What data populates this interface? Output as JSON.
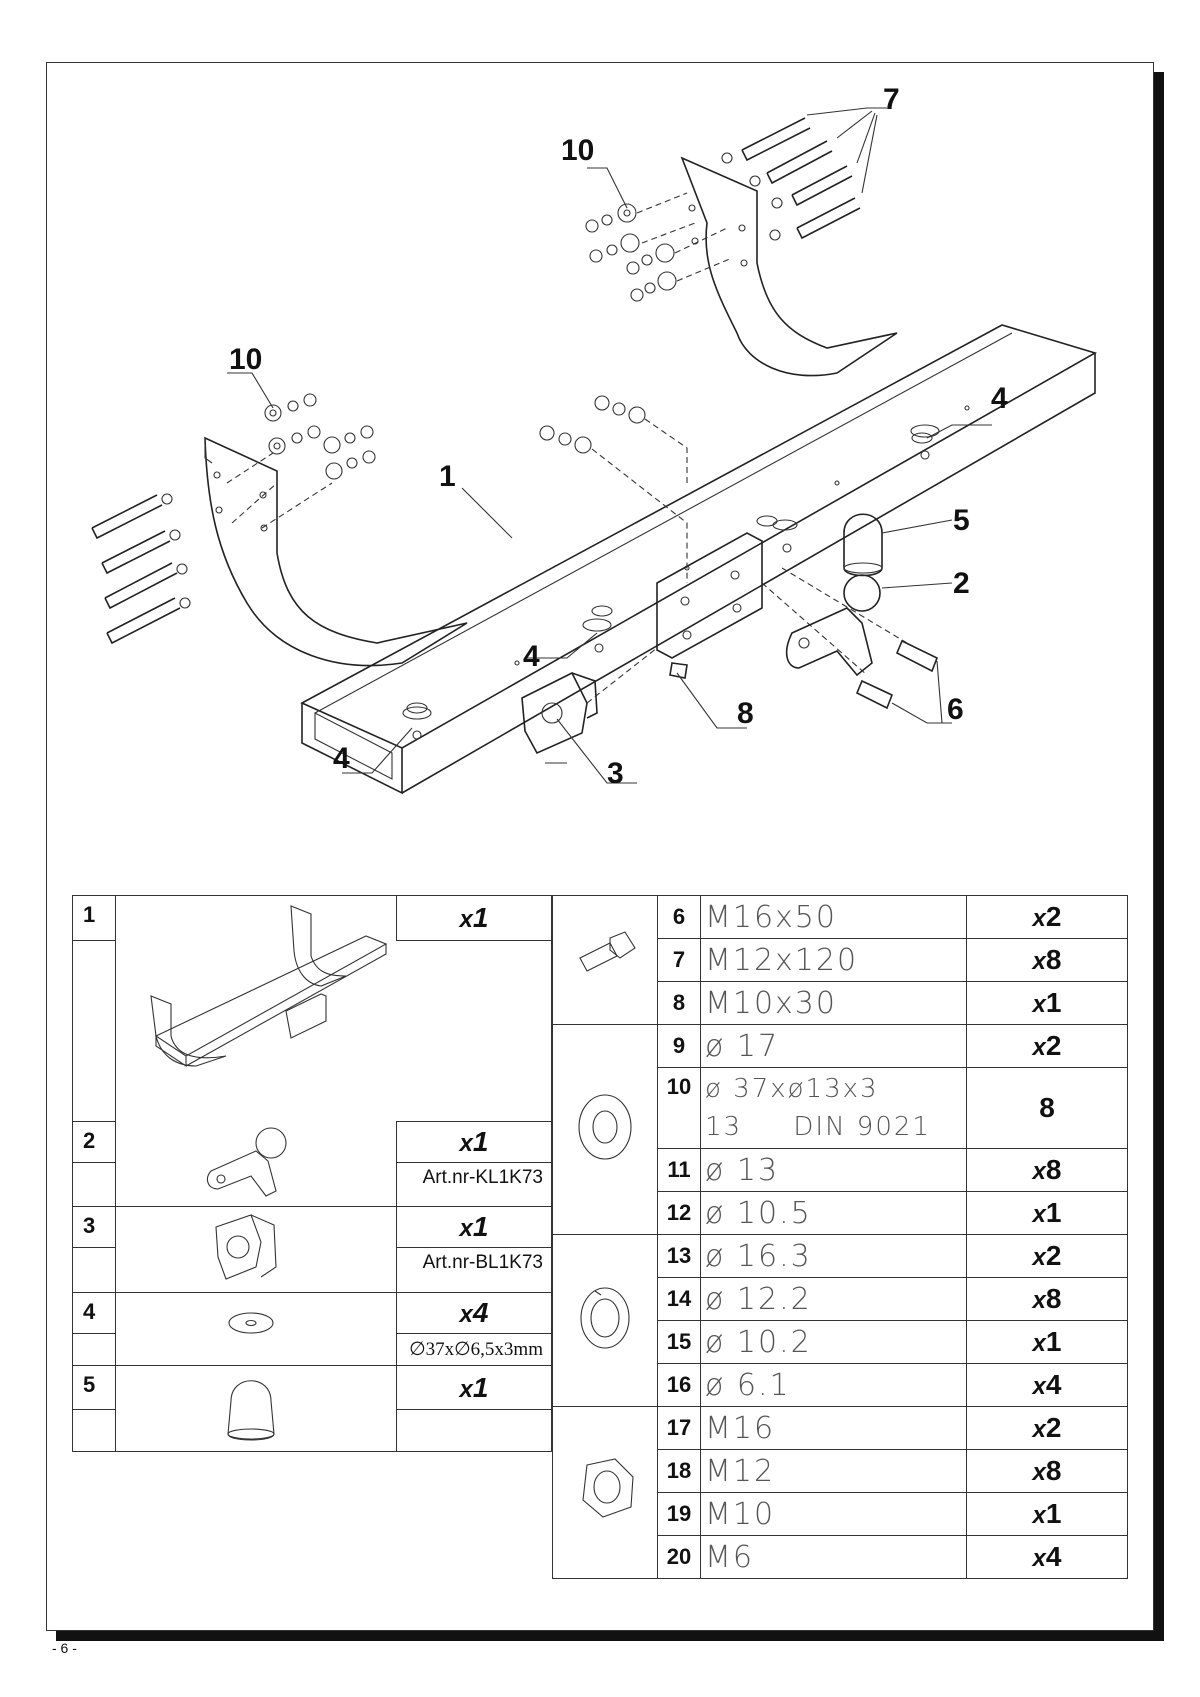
{
  "callouts": {
    "c1": "1",
    "c2": "2",
    "c3": "3",
    "c4a": "4",
    "c4b": "4",
    "c4c": "4",
    "c5": "5",
    "c6": "6",
    "c7": "7",
    "c8": "8",
    "c10a": "10",
    "c10b": "10"
  },
  "parts": [
    {
      "num": "1",
      "qty": "1",
      "note": ""
    },
    {
      "num": "2",
      "qty": "1",
      "note": "Art.nr-KL1K73"
    },
    {
      "num": "3",
      "qty": "1",
      "note": "Art.nr-BL1K73"
    },
    {
      "num": "4",
      "qty": "4",
      "note": "∅37x∅6,5x3mm"
    },
    {
      "num": "5",
      "qty": "1",
      "note": ""
    }
  ],
  "qty_prefix": "x",
  "hardware": [
    {
      "num": "6",
      "desc": "M16x50",
      "qty": "2",
      "x": "x"
    },
    {
      "num": "7",
      "desc": "M12x120",
      "qty": "8",
      "x": "x"
    },
    {
      "num": "8",
      "desc": "M10x30",
      "qty": "1",
      "x": "x"
    },
    {
      "num": "9",
      "desc": "ø 17",
      "qty": "2",
      "x": "x"
    },
    {
      "num": "10",
      "desc": "ø 37xø13x3",
      "desc2": "13     DIN 9021",
      "qty": "8",
      "x": ""
    },
    {
      "num": "11",
      "desc": "ø 13",
      "qty": "8",
      "x": "x"
    },
    {
      "num": "12",
      "desc": "ø 10.5",
      "qty": "1",
      "x": "x"
    },
    {
      "num": "13",
      "desc": "ø 16.3",
      "qty": "2",
      "x": "x"
    },
    {
      "num": "14",
      "desc": "ø 12.2",
      "qty": "8",
      "x": "x"
    },
    {
      "num": "15",
      "desc": "ø 10.2",
      "qty": "1",
      "x": "x"
    },
    {
      "num": "16",
      "desc": "ø 6.1",
      "qty": "4",
      "x": "x"
    },
    {
      "num": "17",
      "desc": "M16",
      "qty": "2",
      "x": "x"
    },
    {
      "num": "18",
      "desc": "M12",
      "qty": "8",
      "x": "x"
    },
    {
      "num": "19",
      "desc": "M10",
      "qty": "1",
      "x": "x"
    },
    {
      "num": "20",
      "desc": "M6",
      "qty": "4",
      "x": "x"
    }
  ],
  "page_number": "- 6 -",
  "icons": {
    "bolt": "bolt-icon",
    "washer": "washer-icon",
    "spring_washer": "spring-washer-icon",
    "nut": "nut-icon"
  }
}
